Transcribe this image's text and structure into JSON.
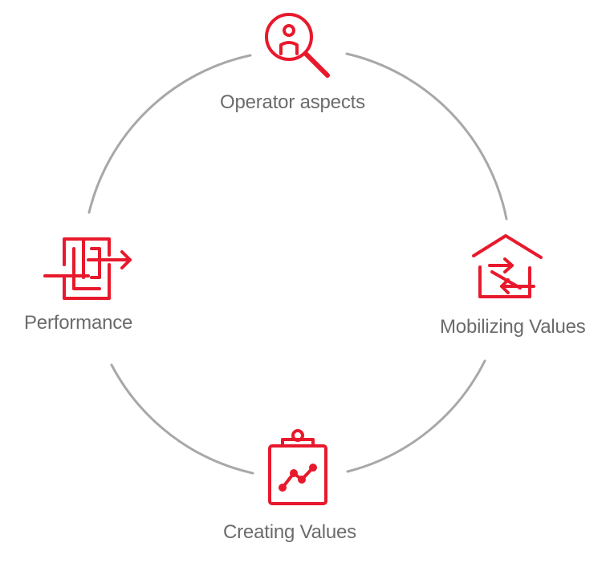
{
  "diagram": {
    "accent_color": "#e8192c",
    "ring_color": "#a8a8a8",
    "text_color": "#6b6b6b",
    "nodes": [
      {
        "label": "Operator aspects",
        "icon": "magnifier-person-icon",
        "position": "top"
      },
      {
        "label": "Mobilizing Values",
        "icon": "house-exchange-icon",
        "position": "right"
      },
      {
        "label": "Creating Values",
        "icon": "clipboard-chart-icon",
        "position": "bottom"
      },
      {
        "label": "Performance",
        "icon": "maze-arrow-icon",
        "position": "left"
      }
    ]
  }
}
